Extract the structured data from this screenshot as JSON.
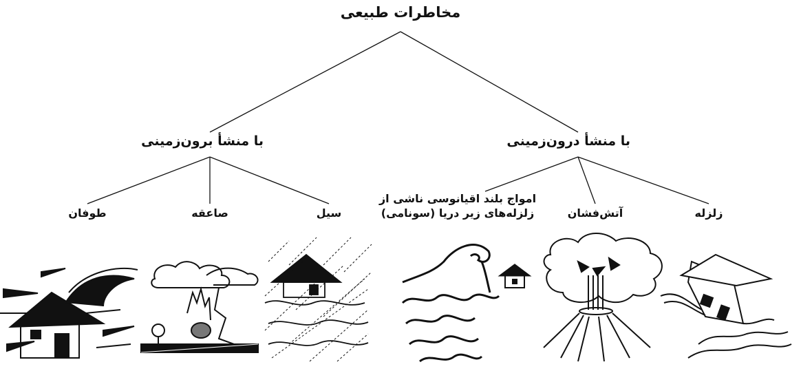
{
  "root": {
    "label": "مخاطرات طبیعی"
  },
  "categories": [
    {
      "label": "با منشأ درون‌زمینی",
      "items": [
        {
          "label": "زلزله",
          "icon": "earthquake-house-icon"
        },
        {
          "label": "آتش‌فشان",
          "icon": "volcano-icon"
        },
        {
          "label": "امواج بلند اقیانوسی ناشی از زلزله‌های زیر دریا (سونامی)",
          "icon": "tsunami-wave-icon"
        }
      ]
    },
    {
      "label": "با منشأ برون‌زمینی",
      "items": [
        {
          "label": "سیل",
          "icon": "flood-icon"
        },
        {
          "label": "صاعقه",
          "icon": "lightning-icon"
        },
        {
          "label": "طوفان",
          "icon": "storm-wind-icon"
        }
      ]
    }
  ],
  "colors": {
    "ink": "#111111",
    "background": "#ffffff"
  }
}
